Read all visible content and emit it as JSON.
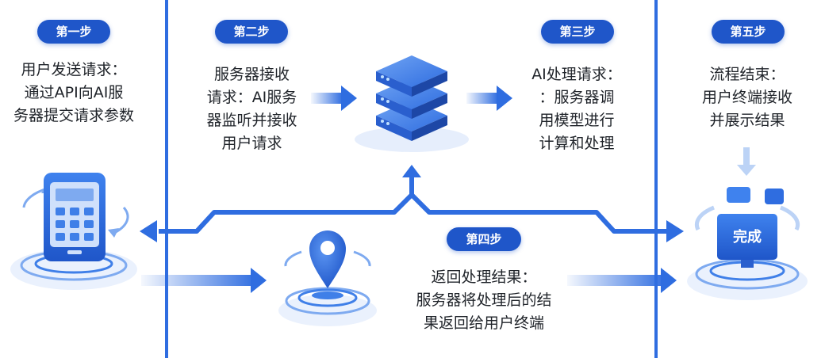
{
  "steps": [
    {
      "badge": "第一步",
      "lines": [
        "用户发送请求：",
        "通过API向AI服",
        "务器提交请求参数"
      ]
    },
    {
      "badge": "第二步",
      "lines": [
        "服务器接收",
        "请求：AI服务",
        "器监听并接收",
        "用户请求"
      ]
    },
    {
      "badge": "第三步",
      "lines": [
        "AI处理请求：",
        "：服务器调",
        "用模型进行",
        "计算和处理"
      ]
    },
    {
      "badge": "第四步",
      "lines": [
        "返回处理结果：",
        "服务器将处理后的结",
        "果返回给用户终端"
      ]
    },
    {
      "badge": "第五步",
      "lines": [
        "流程结束：",
        "用户终端接收",
        "并展示结果"
      ]
    }
  ],
  "completion": {
    "label": "完成"
  },
  "colors": {
    "accent": "#1f56c9",
    "line": "#2f6de0",
    "light": "#dbe8fb"
  }
}
